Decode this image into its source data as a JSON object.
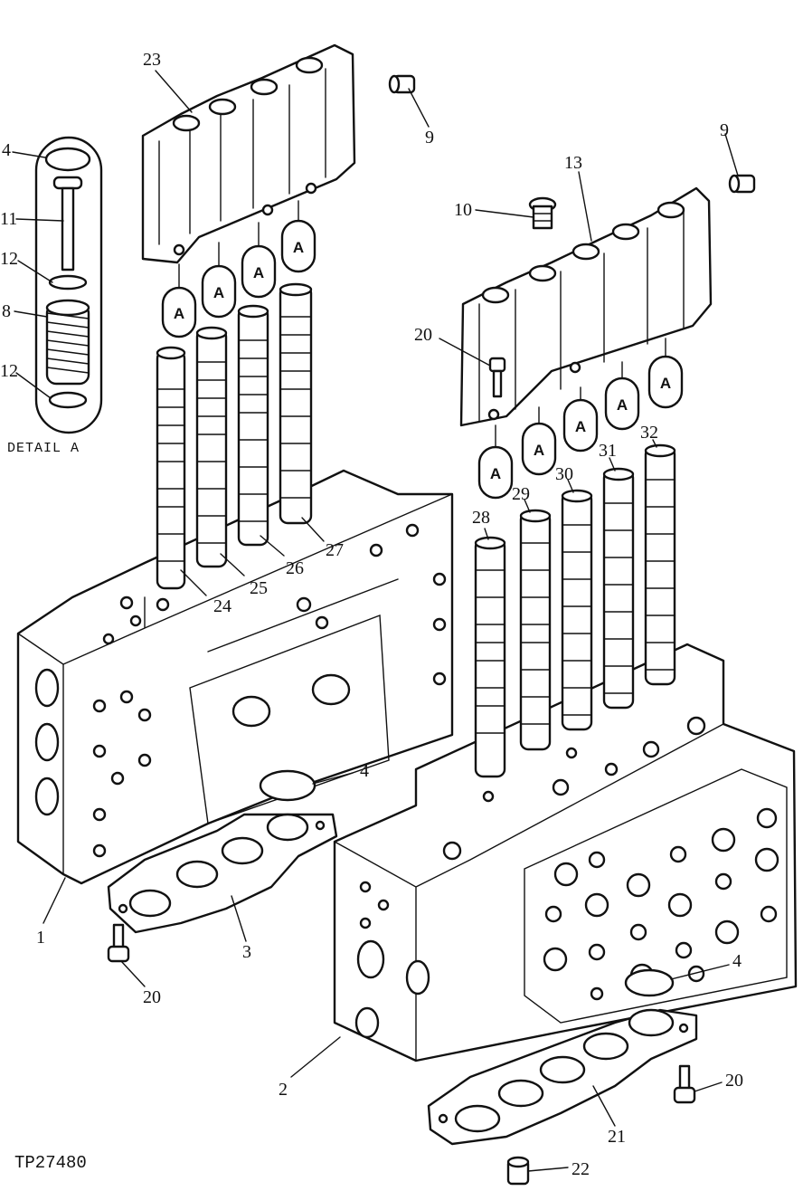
{
  "drawing_id": "TP27480",
  "detail_label": "DETAIL A",
  "callout_letter": "A",
  "callouts": [
    {
      "id": "c23",
      "text": "23"
    },
    {
      "id": "c9a",
      "text": "9"
    },
    {
      "id": "c9b",
      "text": "9"
    },
    {
      "id": "c13",
      "text": "13"
    },
    {
      "id": "c10",
      "text": "10"
    },
    {
      "id": "c20a",
      "text": "20"
    },
    {
      "id": "c4a",
      "text": "4"
    },
    {
      "id": "c11",
      "text": "11"
    },
    {
      "id": "c12a",
      "text": "12"
    },
    {
      "id": "c8",
      "text": "8"
    },
    {
      "id": "c12b",
      "text": "12"
    },
    {
      "id": "c28",
      "text": "28"
    },
    {
      "id": "c29",
      "text": "29"
    },
    {
      "id": "c30",
      "text": "30"
    },
    {
      "id": "c31",
      "text": "31"
    },
    {
      "id": "c32",
      "text": "32"
    },
    {
      "id": "c24",
      "text": "24"
    },
    {
      "id": "c25",
      "text": "25"
    },
    {
      "id": "c26",
      "text": "26"
    },
    {
      "id": "c27",
      "text": "27"
    },
    {
      "id": "c4b",
      "text": "4"
    },
    {
      "id": "c1",
      "text": "1"
    },
    {
      "id": "c3",
      "text": "3"
    },
    {
      "id": "c20b",
      "text": "20"
    },
    {
      "id": "c4c",
      "text": "4"
    },
    {
      "id": "c2",
      "text": "2"
    },
    {
      "id": "c20c",
      "text": "20"
    },
    {
      "id": "c21",
      "text": "21"
    },
    {
      "id": "c22",
      "text": "22"
    }
  ]
}
